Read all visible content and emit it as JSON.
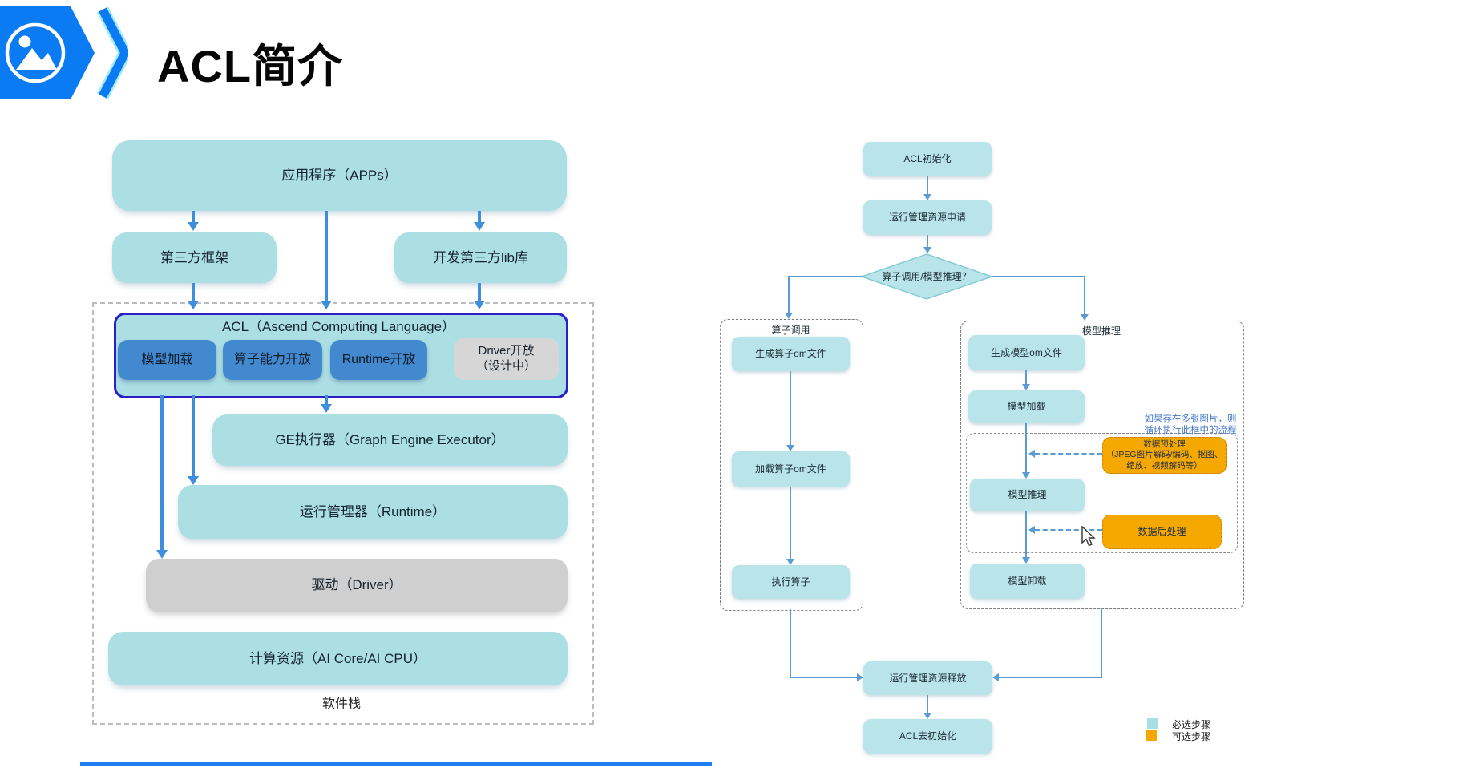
{
  "header": {
    "title": "ACL简介",
    "badge_icon": "photo-badge-icon"
  },
  "stack": {
    "apps": "应用程序（APPs）",
    "framework": "第三方框架",
    "lib": "开发第三方lib库",
    "acl_title": "ACL（Ascend Computing Language）",
    "children": [
      "模型加载",
      "算子能力开放",
      "Runtime开放"
    ],
    "driver_open_l1": "Driver开放",
    "driver_open_l2": "（设计中）",
    "ge": "GE执行器（Graph Engine Executor）",
    "runtime": "运行管理器（Runtime）",
    "driver": "驱动（Driver）",
    "compute": "计算资源（AI Core/AI CPU）",
    "label": "软件栈"
  },
  "flow": {
    "init": "ACL初始化",
    "apply": "运行管理资源申请",
    "decision": "算子调用/模型推理？",
    "op": {
      "label": "算子调用",
      "steps": [
        "生成算子om文件",
        "加载算子om文件",
        "执行算子"
      ]
    },
    "model": {
      "label": "模型推理",
      "gen": "生成模型om文件",
      "load": "模型加载",
      "pre_title": "数据预处理",
      "pre_detail": "（JPEG图片解码/编码、抠图、缩放、视频解码等）",
      "infer": "模型推理",
      "post": "数据后处理",
      "unload": "模型卸载",
      "note_l1": "如果存在多张图片，则",
      "note_l2": "循环执行此框中的流程"
    },
    "release": "运行管理资源释放",
    "deinit": "ACL去初始化",
    "legend": {
      "required": "必选步骤",
      "optional": "可选步骤"
    }
  },
  "colors": {
    "stack_teal": "#abdfe4",
    "flow_teal": "#b9e5ea",
    "sub_blue": "#4289cf",
    "gray": "#d0d0d0",
    "acl_border": "#2b20c8",
    "orange": "#f5a800",
    "arrow_left": "#3e8ede",
    "arrow_flow": "#5b9bd5",
    "note_blue": "#4479c9",
    "badge_blue": "#0a7bf2"
  }
}
